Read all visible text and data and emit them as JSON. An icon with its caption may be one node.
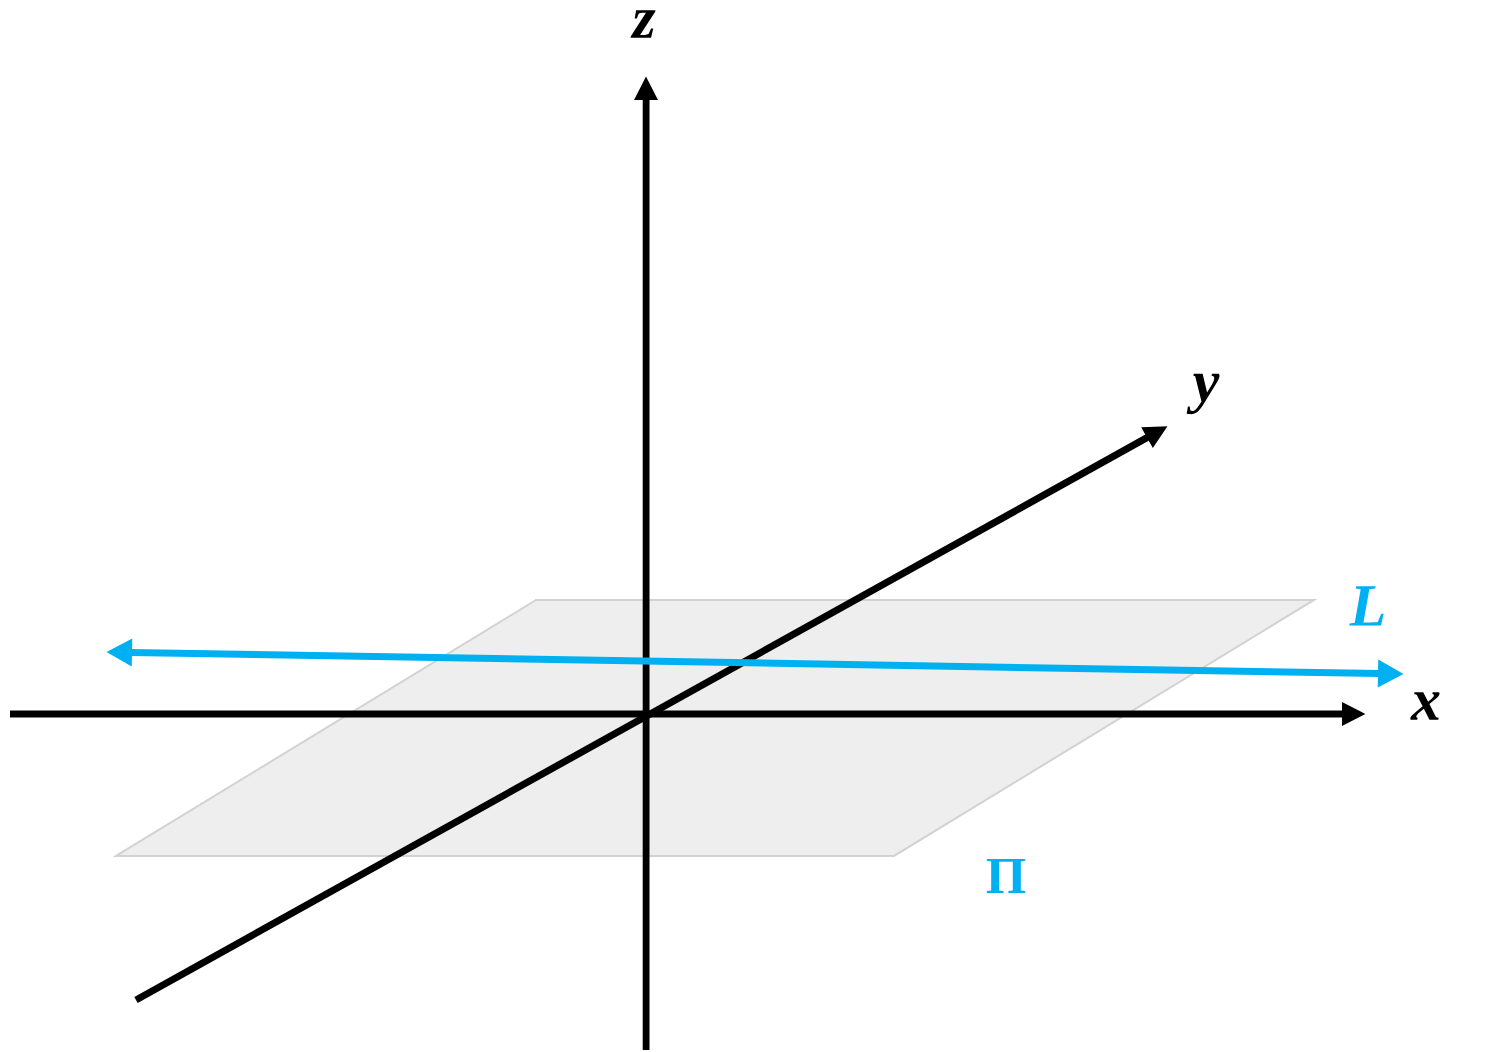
{
  "diagram": {
    "nodes": [
      {
        "text": [
          "Π"
        ]
      }
    ],
    "labels": [
      "z",
      "y",
      "x",
      "L"
    ]
  }
}
